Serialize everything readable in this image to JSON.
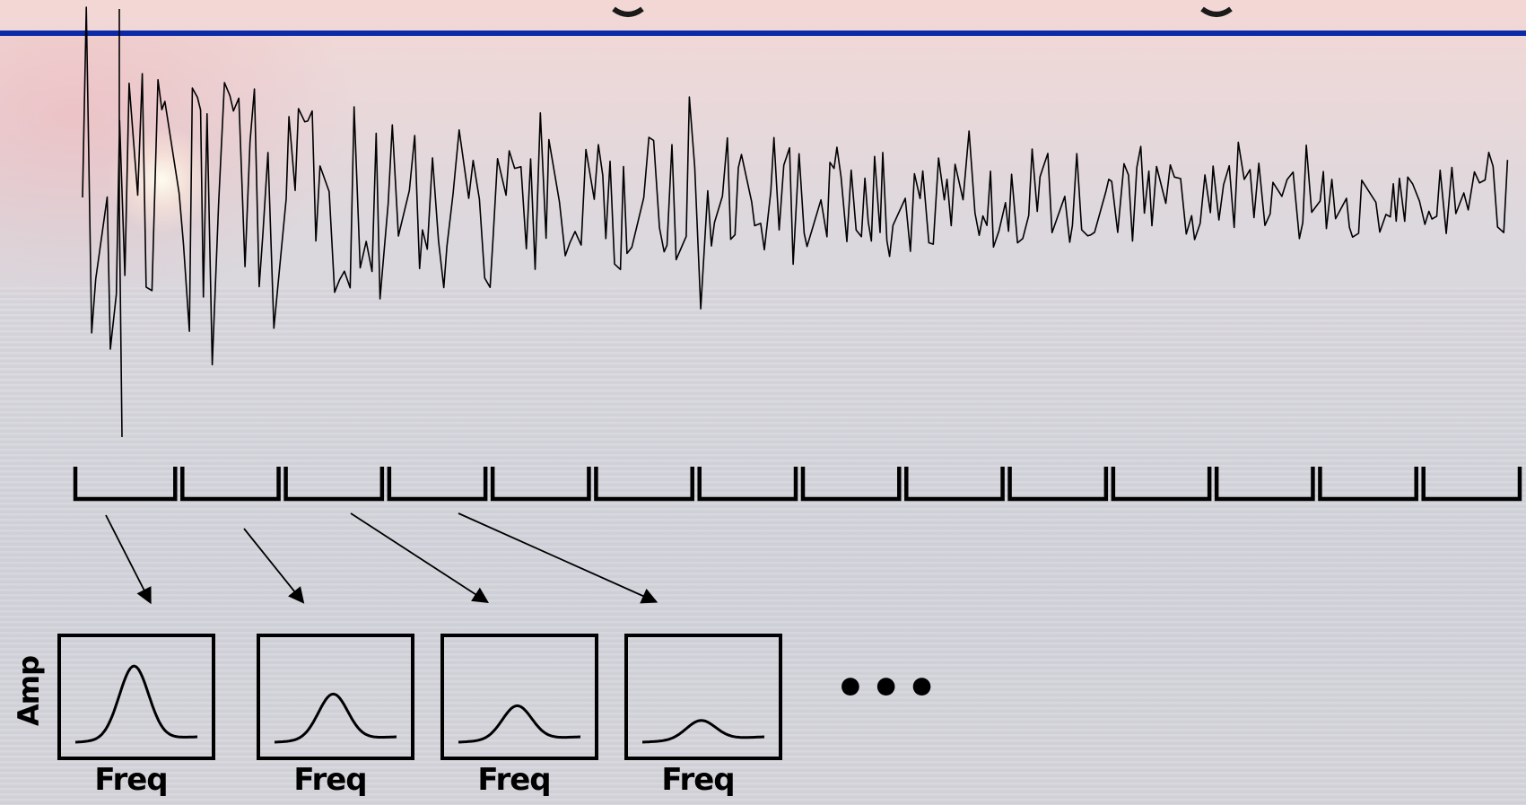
{
  "colors": {
    "title_rule": "#0b2aa8",
    "ink": "#000000"
  },
  "spectra": [
    {
      "freq_label": "Freq",
      "peak_amp": 1.0
    },
    {
      "freq_label": "Freq",
      "peak_amp": 0.62
    },
    {
      "freq_label": "Freq",
      "peak_amp": 0.46
    },
    {
      "freq_label": "Freq",
      "peak_amp": 0.26
    }
  ],
  "amp_label": "Amp",
  "ellipsis": "•••",
  "window_count": 14
}
